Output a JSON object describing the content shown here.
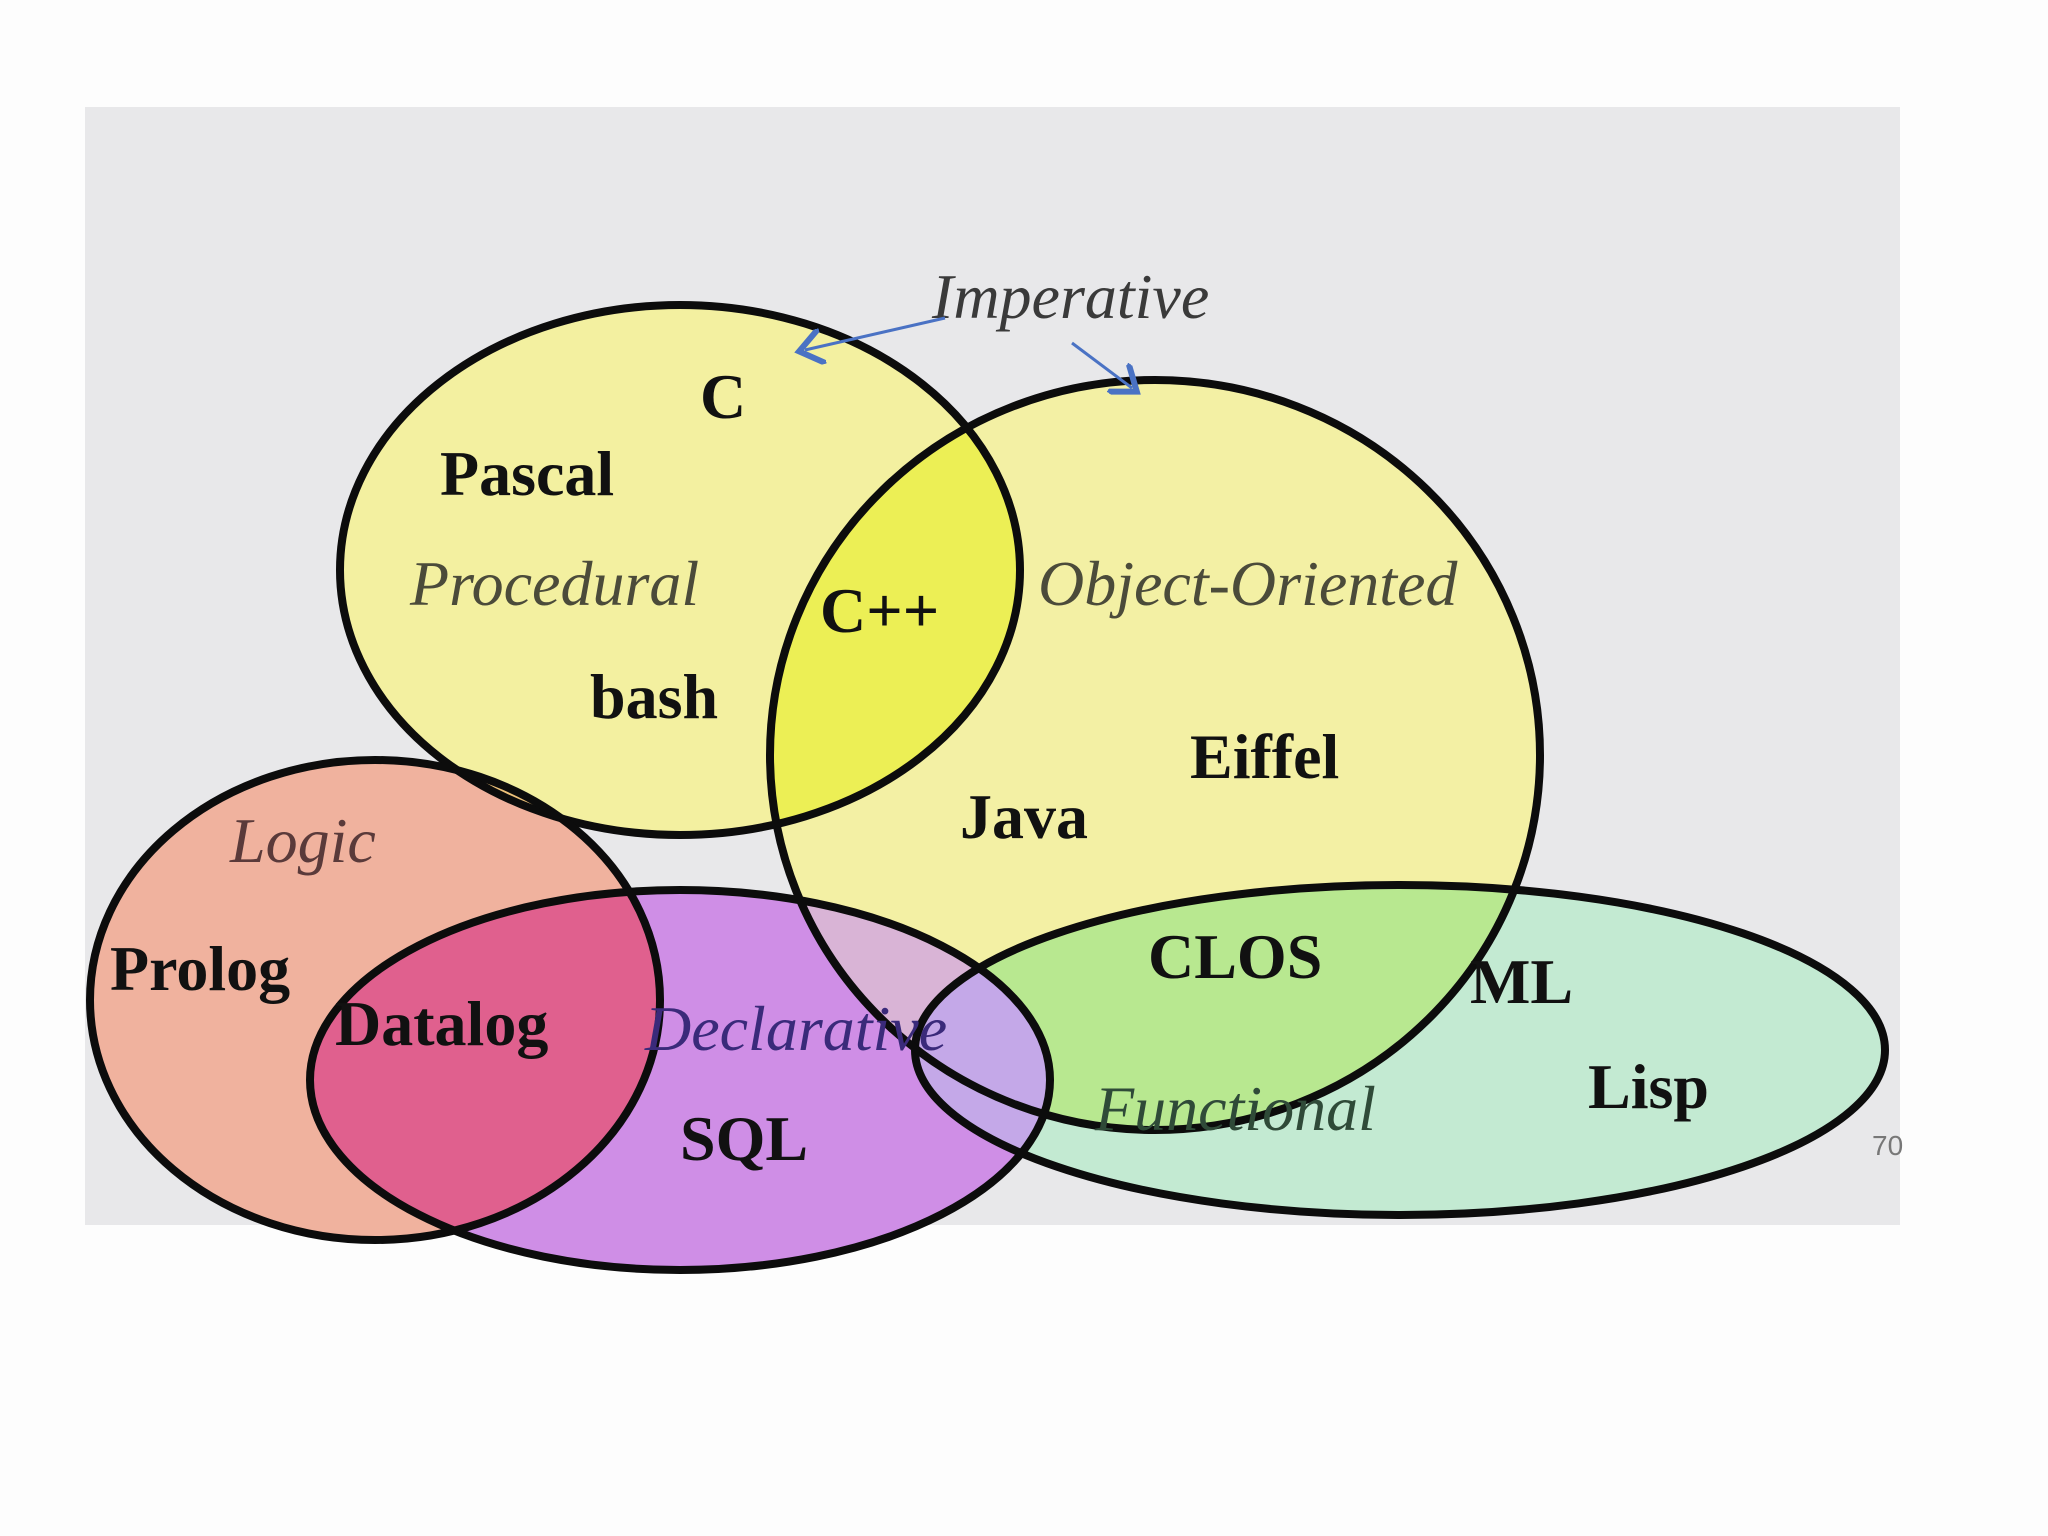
{
  "diagram": {
    "label_top": "Imperative",
    "paradigms": {
      "procedural": "Procedural",
      "object_oriented": "Object-Oriented",
      "logic": "Logic",
      "declarative": "Declarative",
      "functional": "Functional"
    },
    "languages": {
      "c": "C",
      "pascal": "Pascal",
      "bash": "bash",
      "cpp": "C++",
      "eiffel": "Eiffel",
      "java": "Java",
      "clos": "CLOS",
      "ml": "ML",
      "lisp": "Lisp",
      "prolog": "Prolog",
      "datalog": "Datalog",
      "sql": "SQL"
    },
    "colors": {
      "background": "#e8e8ea",
      "procedural": "#f3f0a0",
      "object_oriented": "#f3f0a0",
      "overlap_cpp": "#ecef55",
      "logic": "#f0b29e",
      "declarative": "#cf8ee6",
      "datalog_overlap": "#e0608e",
      "functional": "#c3ead2",
      "clos_overlap": "#b8e890",
      "outline": "#0c0c0c",
      "arrow": "#4a72c4",
      "paradigm_text": "#4b4b3a"
    }
  },
  "page_number": "70"
}
